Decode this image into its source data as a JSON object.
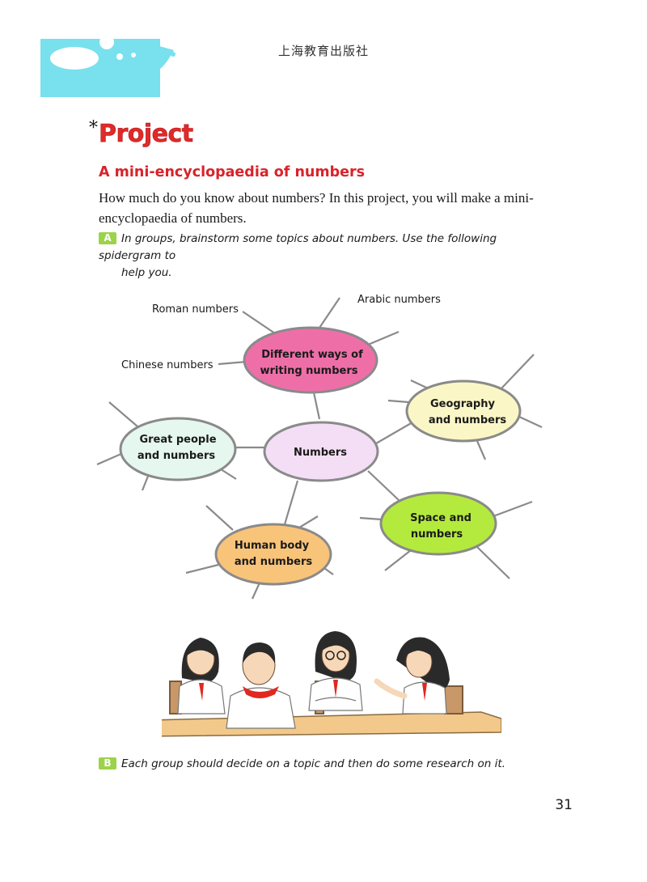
{
  "header": {
    "publisher": "上海教育出版社"
  },
  "section": {
    "asterisk": "*",
    "title": "Project",
    "subtitle": "A mini-encyclopaedia of numbers",
    "intro": "How much do you know about numbers? In this project, you will make a mini-encyclopaedia of numbers."
  },
  "tasks": {
    "a": {
      "badge": "A",
      "line1": "In groups, brainstorm some topics about numbers. Use the following spidergram to",
      "line2": "help you."
    },
    "b": {
      "badge": "B",
      "text": "Each group should decide on a topic and then do some research on it."
    }
  },
  "spidergram": {
    "center": {
      "label": "Numbers",
      "color": "#f3def5"
    },
    "nodes": {
      "writing": {
        "line1": "Different ways of",
        "line2": "writing numbers",
        "color": "#ee6fa8"
      },
      "geography": {
        "line1": "Geography",
        "line2": "and numbers",
        "color": "#fbf6c6"
      },
      "great_people": {
        "line1": "Great people",
        "line2": "and numbers",
        "color": "#e5f7ef"
      },
      "space": {
        "line1": "Space and",
        "line2": "numbers",
        "color": "#b4ea3d"
      },
      "human_body": {
        "line1": "Human body",
        "line2": "and numbers",
        "color": "#f8c47a"
      }
    },
    "outer_labels": {
      "roman": "Roman numbers",
      "arabic": "Arabic numbers",
      "chinese": "Chinese numbers"
    }
  },
  "footer": {
    "page_number": "31"
  },
  "colors": {
    "accent_red": "#e02a2a",
    "corner_cyan": "#79e0ee",
    "badge_green": "#9bd34a"
  }
}
